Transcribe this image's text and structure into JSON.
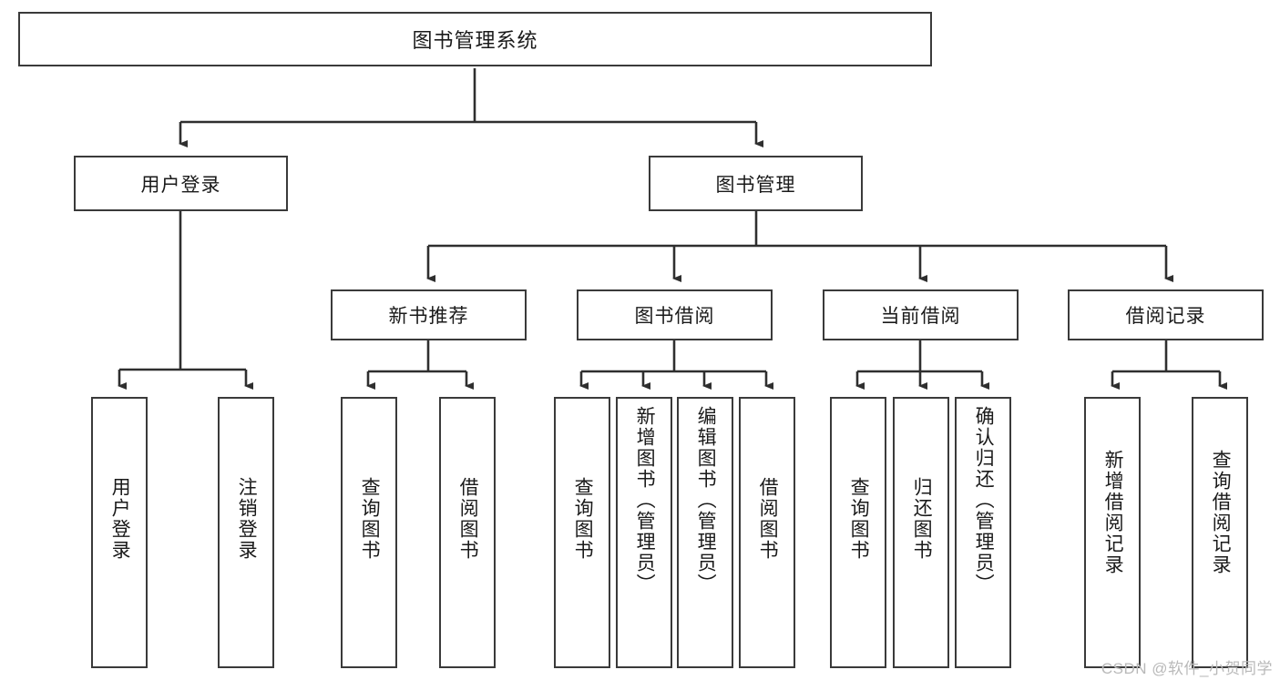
{
  "diagram": {
    "title": "图书管理系统",
    "type": "tree-hierarchy",
    "watermark": "CSDN @软件_小贺同学",
    "colors": {
      "background": "#ffffff",
      "box_border": "#3a3a3a",
      "box_fill": "#ffffff",
      "text": "#1a1a1a",
      "connector": "#2f2f2f",
      "watermark": "#b9b9b9"
    },
    "root": {
      "label": "图书管理系统"
    },
    "level2": [
      {
        "id": "user-login",
        "label": "用户登录"
      },
      {
        "id": "book-manage",
        "label": "图书管理"
      }
    ],
    "level3": [
      {
        "id": "new-book-rec",
        "label": "新书推荐"
      },
      {
        "id": "book-borrow",
        "label": "图书借阅"
      },
      {
        "id": "current-borrow",
        "label": "当前借阅"
      },
      {
        "id": "borrow-record",
        "label": "借阅记录"
      }
    ],
    "leaves": {
      "user_login": [
        {
          "id": "leaf-user-login",
          "label": "用户登录"
        },
        {
          "id": "leaf-logout-login",
          "label": "注销登录"
        }
      ],
      "new_book_rec": [
        {
          "id": "leaf-query-book-1",
          "label": "查询图书"
        },
        {
          "id": "leaf-borrow-book-1",
          "label": "借阅图书"
        }
      ],
      "book_borrow": [
        {
          "id": "leaf-query-book-2",
          "label": "查询图书"
        },
        {
          "id": "leaf-add-book",
          "label": "新增图书（管理员）"
        },
        {
          "id": "leaf-edit-book",
          "label": "编辑图书（管理员）"
        },
        {
          "id": "leaf-borrow-book-2",
          "label": "借阅图书"
        }
      ],
      "current_borrow": [
        {
          "id": "leaf-query-book-3",
          "label": "查询图书"
        },
        {
          "id": "leaf-return-book",
          "label": "归还图书"
        },
        {
          "id": "leaf-confirm-return",
          "label": "确认归还（管理员）"
        }
      ],
      "borrow_record": [
        {
          "id": "leaf-add-record",
          "label": "新增借阅记录"
        },
        {
          "id": "leaf-query-record",
          "label": "查询借阅记录"
        }
      ]
    }
  }
}
